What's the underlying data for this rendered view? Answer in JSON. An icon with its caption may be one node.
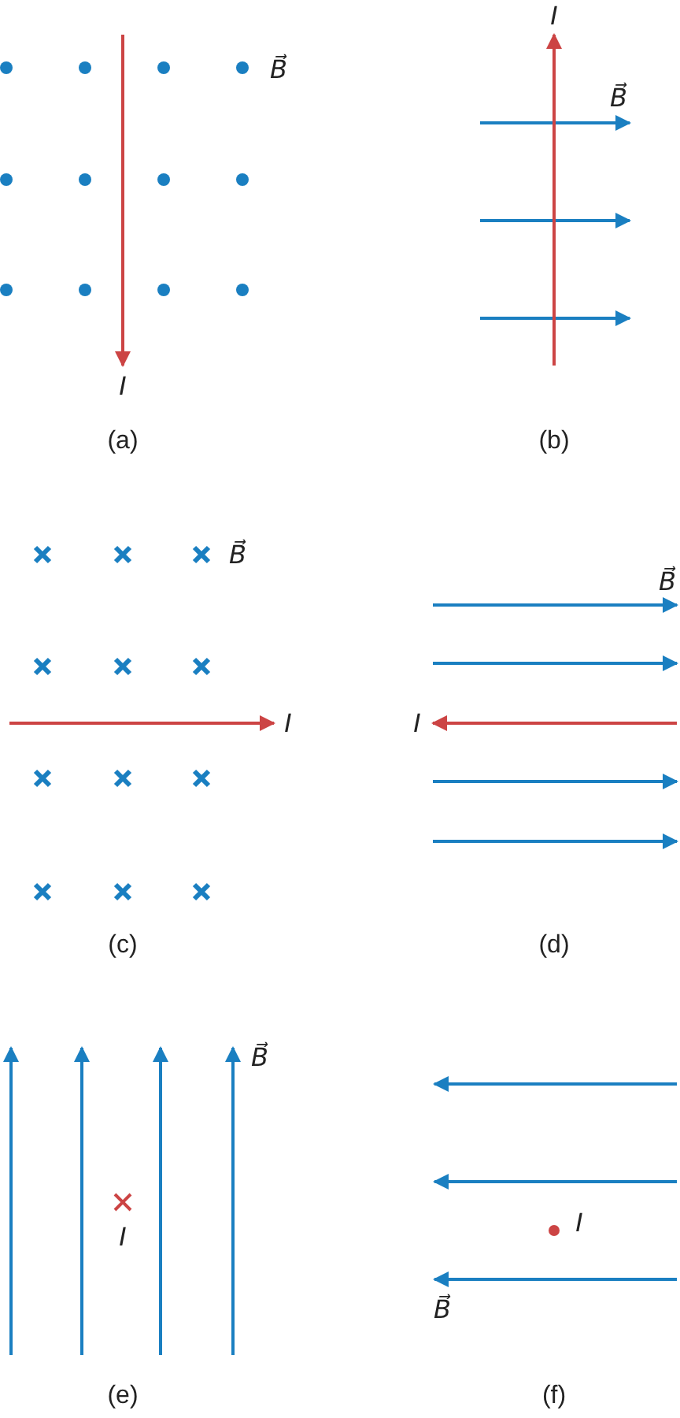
{
  "diagram": {
    "labels": [
      "B⃗",
      "I",
      "B⃗",
      "I",
      "(a)",
      "(b)",
      "B⃗",
      "B⃗",
      "I",
      "I",
      "(c)",
      "(d)",
      "B⃗",
      "I",
      "I",
      "B⃗",
      "(e)",
      "(f)"
    ]
  }
}
